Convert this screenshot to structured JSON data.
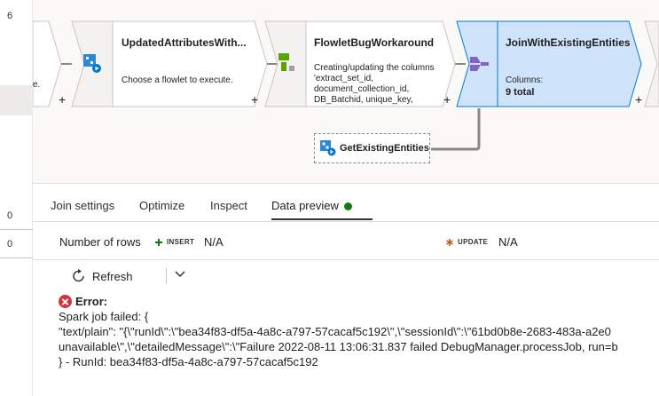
{
  "gutter": {
    "numbers": [
      "6",
      "0",
      "0"
    ]
  },
  "flow": {
    "prev_node_fragment": "e.",
    "nodes": [
      {
        "title": "UpdatedAttributesWith...",
        "description": "Choose a flowlet to execute.",
        "icon": "flowlet-icon"
      },
      {
        "title": "FlowletBugWorkaround",
        "description": [
          "Creating/updating the columns",
          "'extract_set_id,",
          "document_collection_id,",
          "DB_Batchid, unique_key,"
        ],
        "icon": "derived-column-icon"
      },
      {
        "title": "JoinWithExistingEntities",
        "columns_label": "Columns:",
        "columns_value": "9 total",
        "icon": "join-icon",
        "selected": true
      }
    ],
    "branch_node": {
      "title": "GetExistingEntities",
      "icon": "flowlet-icon"
    },
    "plus": "+"
  },
  "tabs": {
    "items": [
      "Join settings",
      "Optimize",
      "Inspect",
      "Data preview"
    ],
    "active": "Data preview",
    "status_color": "#107c10"
  },
  "rows": {
    "label": "Number of rows",
    "insert_badge": "INSERT",
    "insert_value": "N/A",
    "update_badge": "UPDATE",
    "update_value": "N/A",
    "insert_color": "#107c10",
    "update_color": "#ca5010"
  },
  "toolbar": {
    "refresh_label": "Refresh"
  },
  "error": {
    "title": "Error:",
    "lines": [
      "Spark job failed: {",
      "\"text/plain\": \"{\\\"runId\\\":\\\"bea34f83-df5a-4a8c-a797-57cacaf5c192\\\",\\\"sessionId\\\":\\\"61bd0b8e-2683-483a-a2e0",
      "unavailable\\\",\\\"detailedMessage\\\":\\\"Failure 2022-08-11 13:06:31.837 failed DebugManager.processJob, run=b",
      "} - RunId: bea34f83-df5a-4a8c-a797-57cacaf5c192"
    ],
    "color": "#d13438"
  },
  "colors": {
    "selected_fill": "#cfe4fa",
    "selected_border": "#0078d4",
    "connector": "#8a8886"
  }
}
